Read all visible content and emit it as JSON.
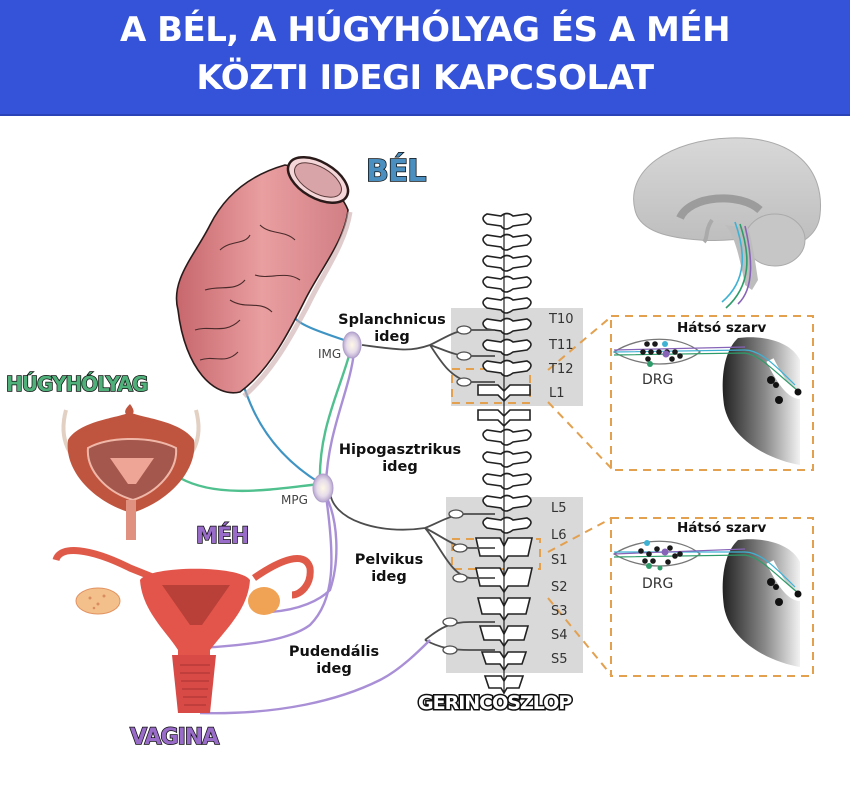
{
  "header": {
    "title_line1": "A BÉL, A HÚGYHÓLYAG ÉS A MÉH",
    "title_line2": "KÖZTI IDEGI KAPCSOLAT",
    "background_color": "#3453d9"
  },
  "organs": {
    "bowel": {
      "label": "BÉL",
      "color": "#4a8fc0"
    },
    "bladder": {
      "label": "HÚGYHÓLYAG",
      "color": "#4fb07a"
    },
    "uterus": {
      "label": "MÉH",
      "color": "#9a6cc9"
    },
    "vagina": {
      "label": "VAGINA",
      "color": "#9a6cc9"
    },
    "spine": {
      "label": "GERINCOSZLOP",
      "color": "#ffffff"
    }
  },
  "ganglia": {
    "img": "IMG",
    "mpg": "MPG"
  },
  "nerves": {
    "splanchnic": {
      "line1": "Splanchnicus",
      "line2": "ideg"
    },
    "hypogastric": {
      "line1": "Hipogasztrikus",
      "line2": "ideg"
    },
    "pelvic": {
      "line1": "Pelvikus",
      "line2": "ideg"
    },
    "pudendal": {
      "line1": "Pudendális",
      "line2": "ideg"
    }
  },
  "spine_segments": {
    "upper": [
      "T10",
      "T11",
      "T12",
      "L1"
    ],
    "lower": [
      "L5",
      "L6",
      "S1",
      "S2",
      "S3",
      "S4",
      "S5"
    ]
  },
  "detail_boxes": [
    {
      "title": "Hátsó szarv",
      "ganglion_label": "DRG"
    },
    {
      "title": "Hátsó szarv",
      "ganglion_label": "DRG"
    }
  ],
  "colors": {
    "bowel_nerve": "#3f94c4",
    "bladder_nerve": "#4fc08e",
    "uterus_nerve": "#a98fd6",
    "spinal_nerve": "#555555",
    "dashed_connector": "#e3a04f",
    "highlight_panel": "#d9d9d9"
  }
}
